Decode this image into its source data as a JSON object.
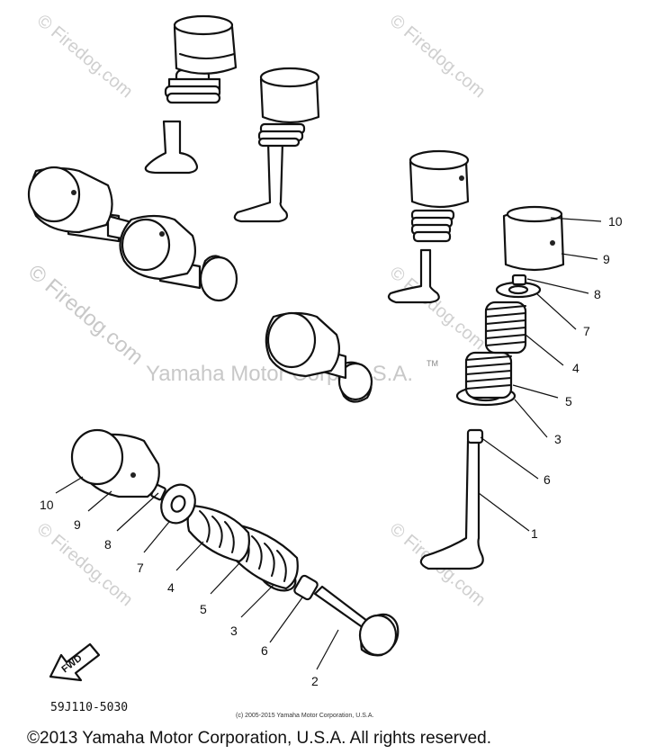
{
  "watermarks": {
    "firedog": "© Firedog.com",
    "center": "Yamaha Motor Corp, U.S.A.",
    "tm": "TM"
  },
  "callouts": {
    "right": [
      {
        "num": "10"
      },
      {
        "num": "9"
      },
      {
        "num": "8"
      },
      {
        "num": "7"
      },
      {
        "num": "4"
      },
      {
        "num": "5"
      },
      {
        "num": "3"
      },
      {
        "num": "6"
      },
      {
        "num": "1"
      }
    ],
    "left": [
      {
        "num": "10"
      },
      {
        "num": "9"
      },
      {
        "num": "8"
      },
      {
        "num": "7"
      },
      {
        "num": "4"
      },
      {
        "num": "5"
      },
      {
        "num": "3"
      },
      {
        "num": "6"
      },
      {
        "num": "2"
      }
    ]
  },
  "fwd_label": "FWD",
  "diagram_code": "59J110-5030",
  "small_copyright": "(c) 2005-2015 Yamaha Motor Corporation, U.S.A.",
  "footer_copyright": "©2013 Yamaha Motor Corporation, U.S.A. All rights reserved."
}
